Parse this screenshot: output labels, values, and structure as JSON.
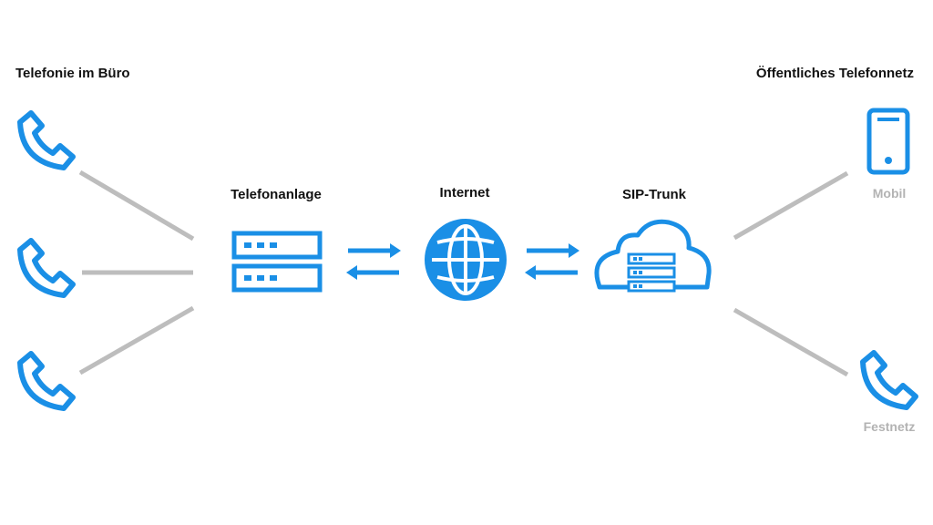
{
  "sections": {
    "office": "Telefonie im Büro",
    "public_network": "Öffentliches Telefonnetz"
  },
  "nodes": {
    "pbx": "Telefonanlage",
    "internet": "Internet",
    "sip_trunk": "SIP-Trunk",
    "mobile": "Mobil",
    "landline": "Festnetz"
  },
  "colors": {
    "accent": "#1a8fe6",
    "connector": "#bdbdbd",
    "label": "#111111",
    "muted_label": "#b3b3b3"
  },
  "icons": {
    "office_phone": "phone-handset-icon",
    "pbx": "server-icon",
    "internet": "globe-icon",
    "sip_trunk": "cloud-server-icon",
    "mobile": "smartphone-icon",
    "landline": "phone-handset-icon",
    "link": "bidirectional-arrows-icon"
  }
}
